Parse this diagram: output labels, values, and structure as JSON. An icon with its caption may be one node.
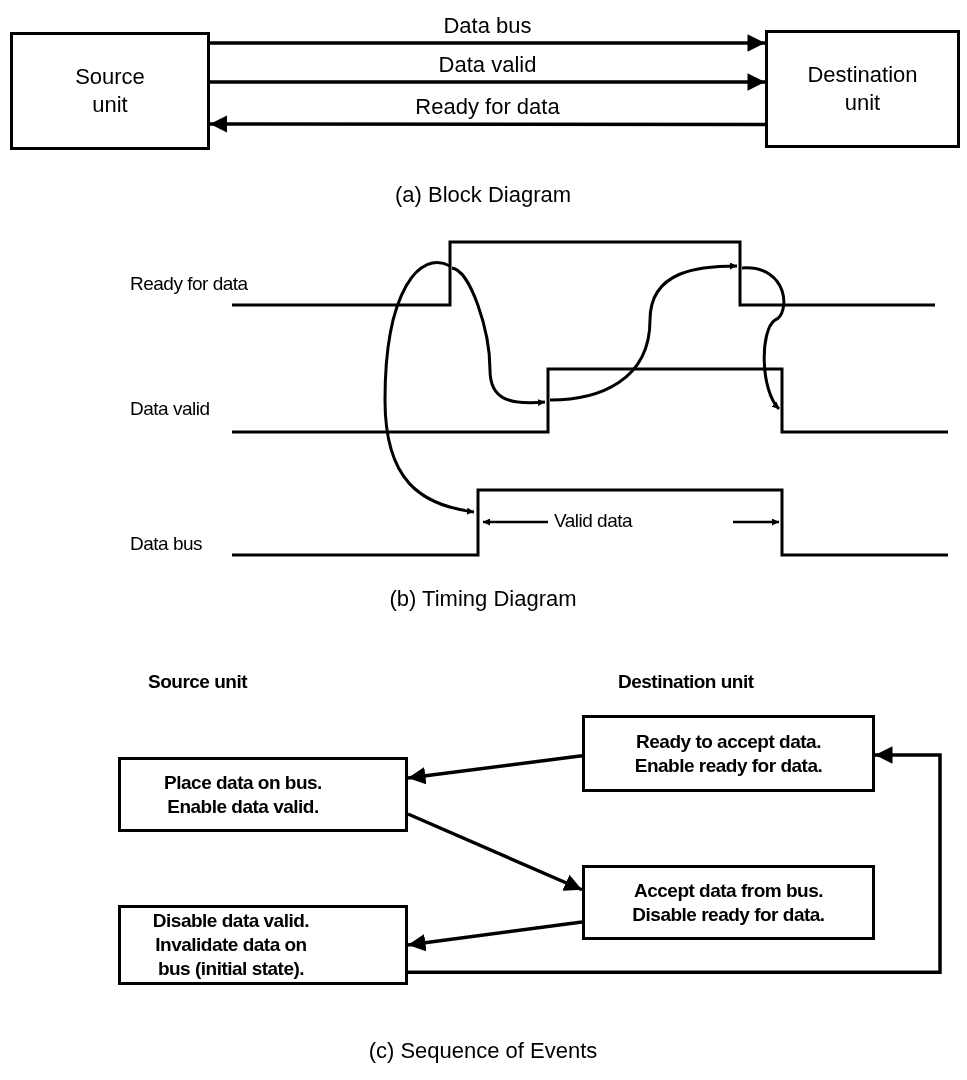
{
  "diagram": {
    "nodes": [
      {
        "text": [
          "Source unit"
        ]
      },
      {
        "text": [
          "Destination unit"
        ]
      },
      {
        "text": [
          "Ready to accept data. Enable ready for data."
        ]
      },
      {
        "text": [
          "Place data on bus. Enable data valid."
        ]
      },
      {
        "text": [
          "Accept data from bus. Disable ready for data."
        ]
      },
      {
        "text": [
          "Disable data valid. Invalidate data on bus (initial state)."
        ]
      }
    ],
    "edges": [
      {
        "from": 0,
        "to": 1,
        "arrow": "to",
        "label": "Data bus"
      },
      {
        "from": 0,
        "to": 1,
        "arrow": "to",
        "label": "Data valid"
      },
      {
        "from": 1,
        "to": 0,
        "arrow": "to",
        "label": "Ready for data"
      },
      {
        "from": 2,
        "to": 3,
        "arrow": "to"
      },
      {
        "from": 3,
        "to": 4,
        "arrow": "to"
      },
      {
        "from": 4,
        "to": 5,
        "arrow": "to"
      },
      {
        "from": 5,
        "to": 2,
        "arrow": "to"
      }
    ],
    "labels": [
      "(a) Block Diagram",
      "Ready for data",
      "Data valid",
      "Valid data",
      "Data bus",
      "(b) Timing Diagram",
      "Source unit",
      "Destination unit",
      "(c) Sequence of Events"
    ]
  }
}
